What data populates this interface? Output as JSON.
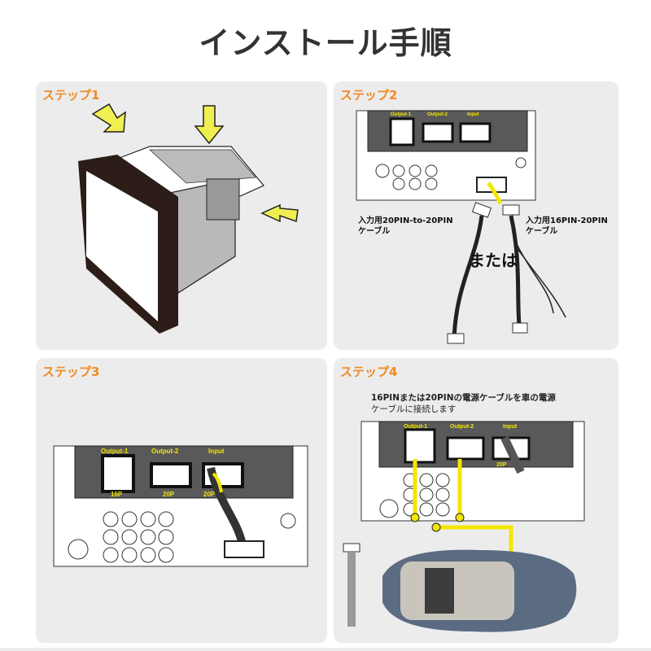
{
  "page": {
    "title": "インストール手順"
  },
  "steps": [
    {
      "label": "ステップ1"
    },
    {
      "label": "ステップ2",
      "cable_a": {
        "line1": "入力用20PIN-to-20PIN",
        "line2": "ケーブル"
      },
      "cable_b": {
        "line1": "入力用16PIN-20PIN",
        "line2": "ケーブル"
      },
      "or_text": "または"
    },
    {
      "label": "ステップ3"
    },
    {
      "label": "ステップ4",
      "instruction": {
        "line1": "16PINまたは20PINの電源ケーブルを車の電源",
        "line2": "ケーブルに接続します"
      }
    }
  ],
  "connectors": {
    "output1": {
      "name": "Output-1",
      "pins": "16P"
    },
    "output2": {
      "name": "Output-2",
      "pins": "20P"
    },
    "input": {
      "name": "Input",
      "pins": "20P"
    }
  },
  "colors": {
    "accent": "#f08a24",
    "highlight": "#f3e600",
    "panel": "#ececec"
  }
}
